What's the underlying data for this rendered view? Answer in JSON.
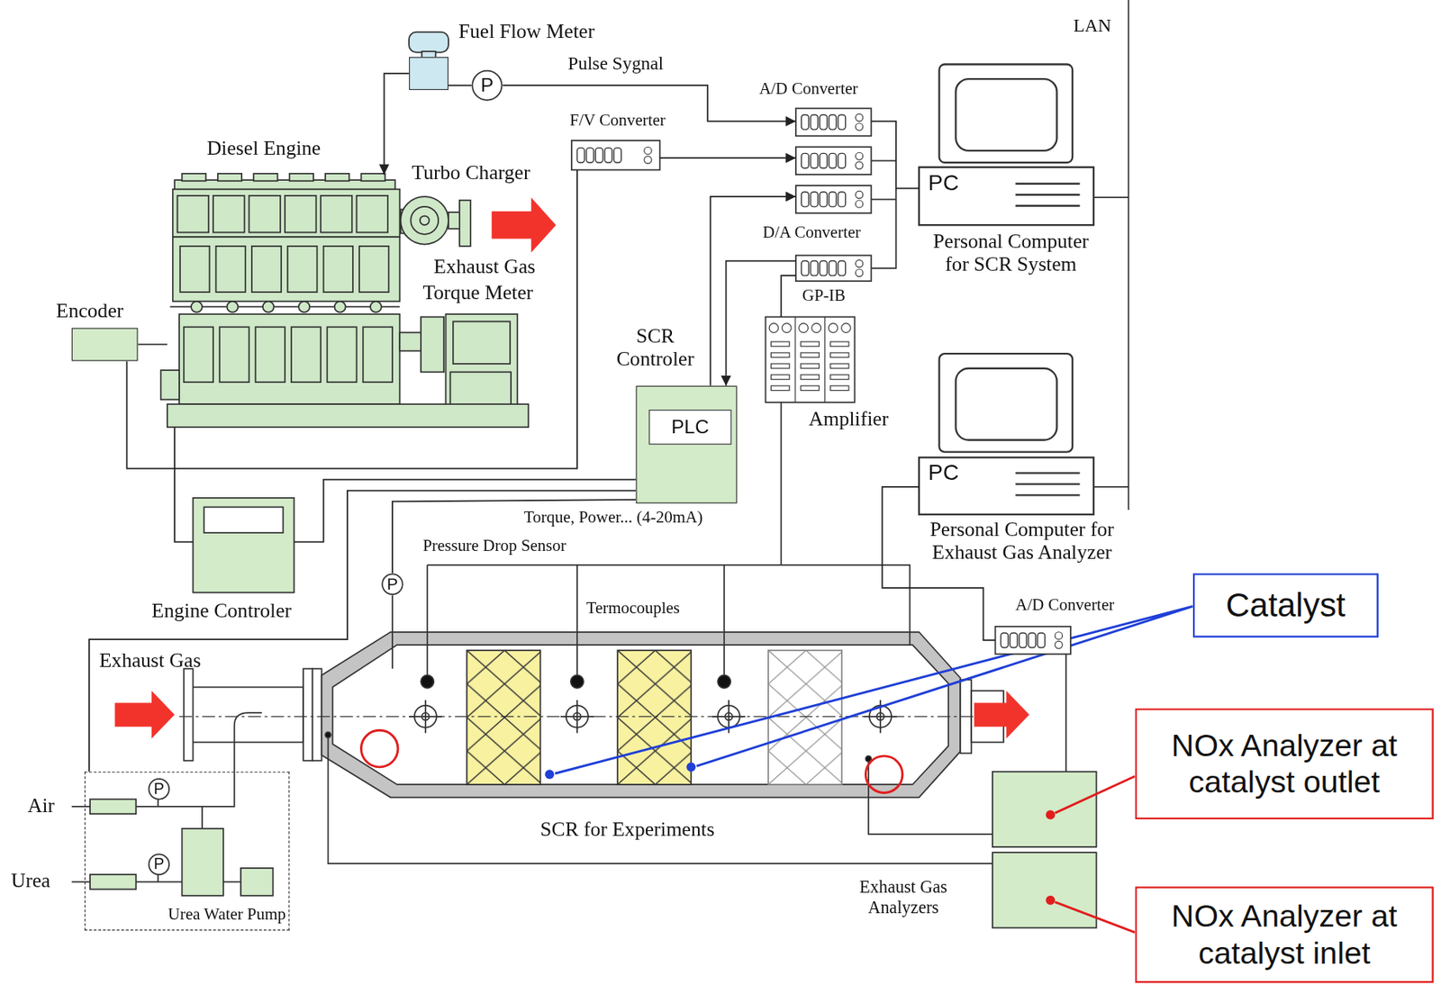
{
  "diagram": {
    "nodes": [
      {
        "text": [
          "Fuel Flow Meter"
        ]
      },
      {
        "text": [
          "P"
        ]
      },
      {
        "text": [
          "F/V Converter"
        ]
      },
      {
        "text": [
          "A/D Converter"
        ]
      },
      {
        "text": [
          "Diesel Engine"
        ]
      },
      {
        "text": [
          "PC",
          "Personal Computer for SCR System"
        ]
      },
      {
        "text": [
          "D/A Converter"
        ]
      },
      {
        "text": [
          "Encoder"
        ]
      },
      {
        "text": [
          "SCR Controler"
        ]
      },
      {
        "text": [
          "PLC"
        ],
        "in": 8
      },
      {
        "text": [
          "Amplifier"
        ]
      },
      {
        "text": [
          "Engine Controler"
        ]
      },
      {
        "text": [
          "PC",
          "Personal Computer for Exhaust Gas Analyzer"
        ]
      },
      {
        "text": [
          "P"
        ]
      },
      {
        "text": [
          "Catalyst"
        ]
      },
      {
        "text": [
          "A/D Converter"
        ]
      },
      {
        "text": [
          "SCR for Experiments"
        ]
      },
      {
        "text": [
          "NOx Analyzer at catalyst outlet"
        ]
      },
      {
        "text": [
          "Urea Water Pump"
        ]
      },
      {
        "text": [
          "P"
        ],
        "in": 18
      },
      {
        "text": [
          "P"
        ],
        "in": 18
      },
      {
        "text": [
          "NOx Analyzer at catalyst inlet"
        ]
      }
    ],
    "edges": [
      {
        "from": 0,
        "to": 4,
        "arrow": "to"
      },
      {
        "from": 0,
        "to": 1,
        "arrow": "none"
      },
      {
        "from": 1,
        "to": 3,
        "arrow": "to"
      },
      {
        "from": 2,
        "to": 3,
        "arrow": "to"
      },
      {
        "from": 7,
        "to": 2,
        "arrow": "none"
      },
      {
        "from": 4,
        "to": 11,
        "arrow": "none"
      },
      {
        "from": 11,
        "to": 8,
        "arrow": "none"
      },
      {
        "from": 8,
        "to": 18,
        "arrow": "none"
      },
      {
        "from": 8,
        "to": 13,
        "arrow": "none"
      },
      {
        "from": 8,
        "to": 3,
        "arrow": "to"
      },
      {
        "from": 6,
        "to": 8,
        "arrow": "to"
      },
      {
        "from": 10,
        "to": 6,
        "arrow": "none"
      },
      {
        "from": 3,
        "to": 5,
        "arrow": "none"
      },
      {
        "from": 12,
        "to": 15,
        "arrow": "none"
      }
    ],
    "labels": [
      "Pulse Sygnal",
      "LAN",
      "Turbo Charger",
      "Exhaust Gas",
      "Torque Meter",
      "GP-IB",
      "Torque, Power... (4-20mA)",
      "Pressure Drop Sensor",
      "Termocouples",
      "Exhaust Gas",
      "Air",
      "Urea",
      "Exhaust Gas Analyzers"
    ]
  }
}
